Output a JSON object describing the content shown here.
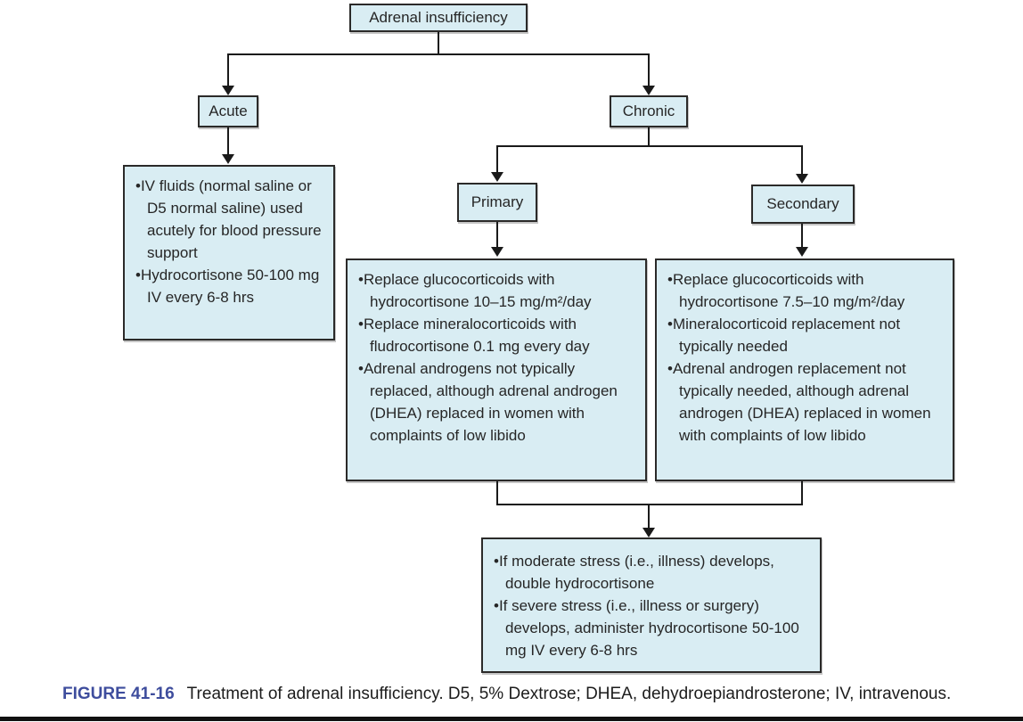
{
  "colors": {
    "box_fill": "#d9edf3",
    "box_border": "#2b2a29",
    "connector": "#1a1a1a",
    "figure_label": "#3e4d9d",
    "text": "#262626"
  },
  "flowchart": {
    "root": {
      "label": "Adrenal insufficiency"
    },
    "acute": {
      "label": "Acute"
    },
    "chronic": {
      "label": "Chronic"
    },
    "primary": {
      "label": "Primary"
    },
    "secondary": {
      "label": "Secondary"
    },
    "acute_treatment": {
      "bullets": [
        "IV fluids (normal saline or D5 normal saline) used acutely for blood pressure support",
        "Hydrocortisone 50-100 mg IV every 6-8 hrs"
      ]
    },
    "primary_treatment": {
      "bullets": [
        "Replace glucocorticoids with hydrocortisone 10–15 mg/m²/day",
        "Replace mineralocorticoids with fludrocortisone 0.1 mg every day",
        "Adrenal androgens not typically replaced, although adrenal androgen (DHEA) replaced in women with complaints of low libido"
      ]
    },
    "secondary_treatment": {
      "bullets": [
        "Replace glucocorticoids with hydrocortisone 7.5–10 mg/m²/day",
        "Mineralocorticoid replacement not typically needed",
        "Adrenal androgen replacement not typically needed, although adrenal androgen (DHEA) replaced in women with complaints of low libido"
      ]
    },
    "stress_dosing": {
      "bullets": [
        "If moderate stress (i.e., illness) develops, double hydrocortisone",
        "If severe stress (i.e., illness or surgery) develops, administer hydrocortisone 50-100 mg IV every 6-8 hrs"
      ]
    }
  },
  "caption": {
    "label": "FIGURE 41-16",
    "text": "Treatment of adrenal insufficiency. D5, 5% Dextrose; DHEA, dehydroepiandrosterone; IV, intravenous."
  }
}
